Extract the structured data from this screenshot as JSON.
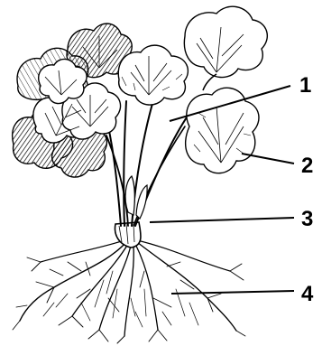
{
  "colors": {
    "ink": "#000000",
    "paper": "#ffffff",
    "shade": "#555555"
  },
  "labels": [
    {
      "id": "1",
      "text": "1"
    },
    {
      "id": "2",
      "text": "2"
    },
    {
      "id": "3",
      "text": "3"
    },
    {
      "id": "4",
      "text": "4"
    }
  ]
}
